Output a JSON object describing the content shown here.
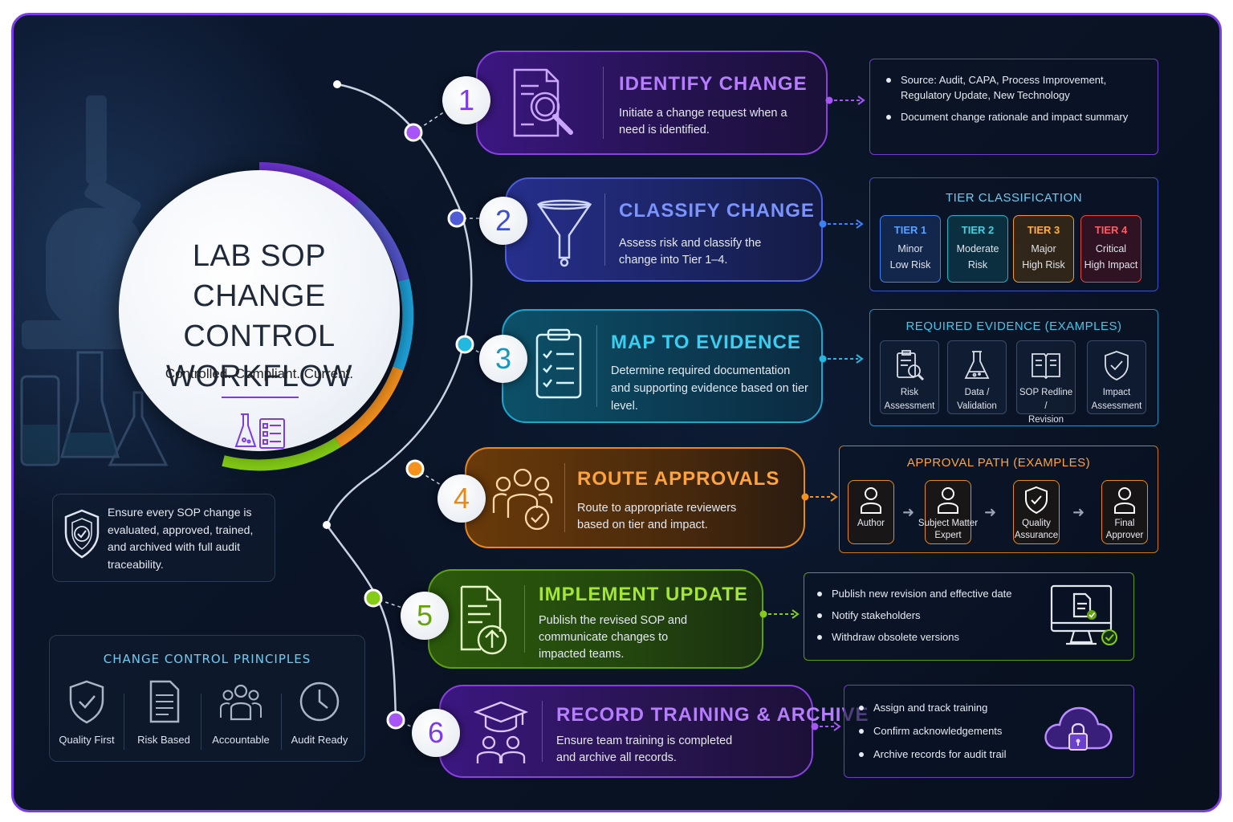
{
  "hero": {
    "title_line1": "LAB SOP",
    "title_line2": "CHANGE CONTROL",
    "title_line3": "WORKFLOW",
    "subtitle": "Controlled. Compliant. Current."
  },
  "callout": {
    "text": "Ensure every SOP change is evaluated, approved, trained, and archived with full audit traceability."
  },
  "principles": {
    "title": "CHANGE CONTROL PRINCIPLES",
    "items": [
      {
        "label": "Quality First",
        "icon": "shield-check-icon"
      },
      {
        "label": "Risk Based",
        "icon": "document-icon"
      },
      {
        "label": "Accountable",
        "icon": "people-icon"
      },
      {
        "label": "Audit Ready",
        "icon": "clock-icon"
      }
    ]
  },
  "steps": [
    {
      "number": "1",
      "title": "IDENTIFY CHANGE",
      "desc": "Initiate a change request when a need is identified.",
      "color": "#a855f7"
    },
    {
      "number": "2",
      "title": "CLASSIFY CHANGE",
      "desc": "Assess risk and classify the change into Tier 1–4.",
      "color": "#6c7cff"
    },
    {
      "number": "3",
      "title": "MAP TO EVIDENCE",
      "desc": "Determine required documentation and supporting evidence based on tier level.",
      "color": "#22b8e0"
    },
    {
      "number": "4",
      "title": "ROUTE APPROVALS",
      "desc": "Route to appropriate reviewers based on tier and impact.",
      "color": "#f5921e"
    },
    {
      "number": "5",
      "title": "IMPLEMENT UPDATE",
      "desc": "Publish the revised SOP and communicate changes to impacted teams.",
      "color": "#84cc16"
    },
    {
      "number": "6",
      "title": "RECORD TRAINING & ARCHIVE",
      "desc": "Ensure team training is completed and archive all records.",
      "color": "#a855f7"
    }
  ],
  "identify_info": {
    "items": [
      "Source: Audit, CAPA, Process Improvement, Regulatory Update, New Technology",
      "Document change rationale and impact summary"
    ]
  },
  "tier_info": {
    "title": "TIER CLASSIFICATION",
    "tiers": [
      {
        "name": "TIER 1",
        "line1": "Minor",
        "line2": "Low Risk",
        "color": "#3b82f6"
      },
      {
        "name": "TIER 2",
        "line1": "Moderate",
        "line2": "Risk",
        "color": "#14b8c8"
      },
      {
        "name": "TIER 3",
        "line1": "Major",
        "line2": "High Risk",
        "color": "#f59e0b"
      },
      {
        "name": "TIER 4",
        "line1": "Critical",
        "line2": "High Impact",
        "color": "#ef4444"
      }
    ]
  },
  "evidence_info": {
    "title": "REQUIRED EVIDENCE (EXAMPLES)",
    "items": [
      {
        "line1": "Risk",
        "line2": "Assessment",
        "icon": "risk-assessment-icon"
      },
      {
        "line1": "Data /",
        "line2": "Validation",
        "icon": "flask-icon"
      },
      {
        "line1": "SOP Redline /",
        "line2": "Revision",
        "icon": "book-icon"
      },
      {
        "line1": "Impact",
        "line2": "Assessment",
        "icon": "shield-check-icon"
      }
    ]
  },
  "approval_info": {
    "title": "APPROVAL PATH (EXAMPLES)",
    "items": [
      {
        "line1": "Author",
        "line2": "",
        "icon": "person-icon"
      },
      {
        "line1": "Subject Matter",
        "line2": "Expert",
        "icon": "person-icon"
      },
      {
        "line1": "Quality",
        "line2": "Assurance",
        "icon": "shield-check-icon"
      },
      {
        "line1": "Final",
        "line2": "Approver",
        "icon": "person-icon"
      }
    ]
  },
  "implement_info": {
    "items": [
      "Publish new revision and effective date",
      "Notify stakeholders",
      "Withdraw obsolete versions"
    ]
  },
  "archive_info": {
    "items": [
      "Assign and track training",
      "Confirm acknowledgements",
      "Archive records for audit trail"
    ]
  }
}
